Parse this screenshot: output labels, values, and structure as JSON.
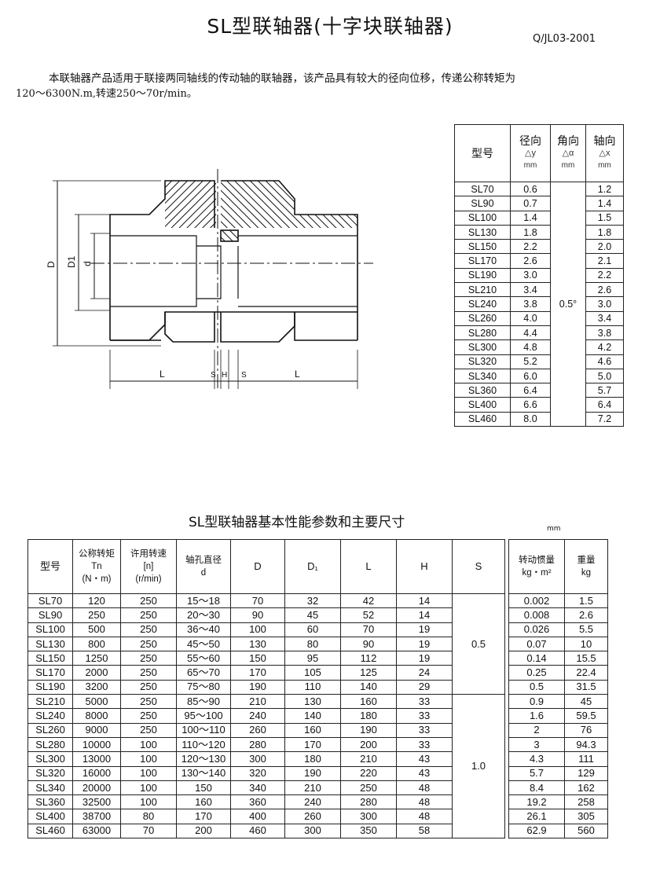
{
  "header": {
    "title": "SL型联轴器(十字块联轴器)",
    "standard": "Q/JL03-2001"
  },
  "intro": {
    "line1": "本联轴器产品适用于联接两同轴线的传动轴的联轴器，该产品具有较大的径向位移，传递公称转矩为",
    "line2": "120～6300N.m,转速250～70r/min。"
  },
  "diagram": {
    "labels": {
      "D": "D",
      "D1": "D1",
      "d": "d",
      "L_left": "L",
      "S_left": "S",
      "H": "H",
      "S_right": "S",
      "L_right": "L"
    }
  },
  "displacement_table": {
    "headers": {
      "model": "型号",
      "radial": {
        "name": "径向",
        "symbol": "△y",
        "unit": "mm"
      },
      "angular": {
        "name": "角向",
        "symbol": "△α",
        "unit": "mm"
      },
      "axial": {
        "name": "轴向",
        "symbol": "△x",
        "unit": "mm"
      }
    },
    "angular_value": "0.5°",
    "rows": [
      [
        "SL70",
        "0.6",
        "1.2"
      ],
      [
        "SL90",
        "0.7",
        "1.4"
      ],
      [
        "SL100",
        "1.4",
        "1.5"
      ],
      [
        "SL130",
        "1.8",
        "1.8"
      ],
      [
        "SL150",
        "2.2",
        "2.0"
      ],
      [
        "SL170",
        "2.6",
        "2.1"
      ],
      [
        "SL190",
        "3.0",
        "2.2"
      ],
      [
        "SL210",
        "3.4",
        "2.6"
      ],
      [
        "SL240",
        "3.8",
        "3.0"
      ],
      [
        "SL260",
        "4.0",
        "3.4"
      ],
      [
        "SL280",
        "4.4",
        "3.8"
      ],
      [
        "SL300",
        "4.8",
        "4.2"
      ],
      [
        "SL320",
        "5.2",
        "4.6"
      ],
      [
        "SL340",
        "6.0",
        "5.0"
      ],
      [
        "SL360",
        "6.4",
        "5.7"
      ],
      [
        "SL400",
        "6.6",
        "6.4"
      ],
      [
        "SL460",
        "8.0",
        "7.2"
      ]
    ]
  },
  "main_table": {
    "title": "SL型联轴器基本性能参数和主要尺寸",
    "unit": "mm",
    "headers": {
      "model": "型号",
      "torque": {
        "name": "公称转矩",
        "symbol": "Tn",
        "unit": "(N・m)"
      },
      "speed": {
        "name": "许用转速",
        "symbol": "[n]",
        "unit": "(r/min)"
      },
      "bore": {
        "name": "轴孔直径",
        "symbol": "d"
      },
      "D": "D",
      "D1": "D₁",
      "L": "L",
      "H": "H",
      "S": "S",
      "inertia": {
        "name": "转动惯量",
        "unit": "kg・m²"
      },
      "weight": {
        "name": "重量",
        "unit": "kg"
      }
    },
    "s_groups": [
      "0.5",
      "1.0"
    ],
    "rows": [
      [
        "SL70",
        "120",
        "250",
        "15～18",
        "70",
        "32",
        "42",
        "14",
        "0.002",
        "1.5"
      ],
      [
        "SL90",
        "250",
        "250",
        "20～30",
        "90",
        "45",
        "52",
        "14",
        "0.008",
        "2.6"
      ],
      [
        "SL100",
        "500",
        "250",
        "36～40",
        "100",
        "60",
        "70",
        "19",
        "0.026",
        "5.5"
      ],
      [
        "SL130",
        "800",
        "250",
        "45～50",
        "130",
        "80",
        "90",
        "19",
        "0.07",
        "10"
      ],
      [
        "SL150",
        "1250",
        "250",
        "55～60",
        "150",
        "95",
        "112",
        "19",
        "0.14",
        "15.5"
      ],
      [
        "SL170",
        "2000",
        "250",
        "65～70",
        "170",
        "105",
        "125",
        "24",
        "0.25",
        "22.4"
      ],
      [
        "SL190",
        "3200",
        "250",
        "75～80",
        "190",
        "110",
        "140",
        "29",
        "0.5",
        "31.5"
      ],
      [
        "SL210",
        "5000",
        "250",
        "85～90",
        "210",
        "130",
        "160",
        "33",
        "0.9",
        "45"
      ],
      [
        "SL240",
        "8000",
        "250",
        "95～100",
        "240",
        "140",
        "180",
        "33",
        "1.6",
        "59.5"
      ],
      [
        "SL260",
        "9000",
        "250",
        "100～110",
        "260",
        "160",
        "190",
        "33",
        "2",
        "76"
      ],
      [
        "SL280",
        "10000",
        "100",
        "110～120",
        "280",
        "170",
        "200",
        "33",
        "3",
        "94.3"
      ],
      [
        "SL300",
        "13000",
        "100",
        "120～130",
        "300",
        "180",
        "210",
        "43",
        "4.3",
        "111"
      ],
      [
        "SL320",
        "16000",
        "100",
        "130～140",
        "320",
        "190",
        "220",
        "43",
        "5.7",
        "129"
      ],
      [
        "SL340",
        "20000",
        "100",
        "150",
        "340",
        "210",
        "250",
        "48",
        "8.4",
        "162"
      ],
      [
        "SL360",
        "32500",
        "100",
        "160",
        "360",
        "240",
        "280",
        "48",
        "19.2",
        "258"
      ],
      [
        "SL400",
        "38700",
        "80",
        "170",
        "400",
        "260",
        "300",
        "48",
        "26.1",
        "305"
      ],
      [
        "SL460",
        "63000",
        "70",
        "200",
        "460",
        "300",
        "350",
        "58",
        "62.9",
        "560"
      ]
    ]
  }
}
